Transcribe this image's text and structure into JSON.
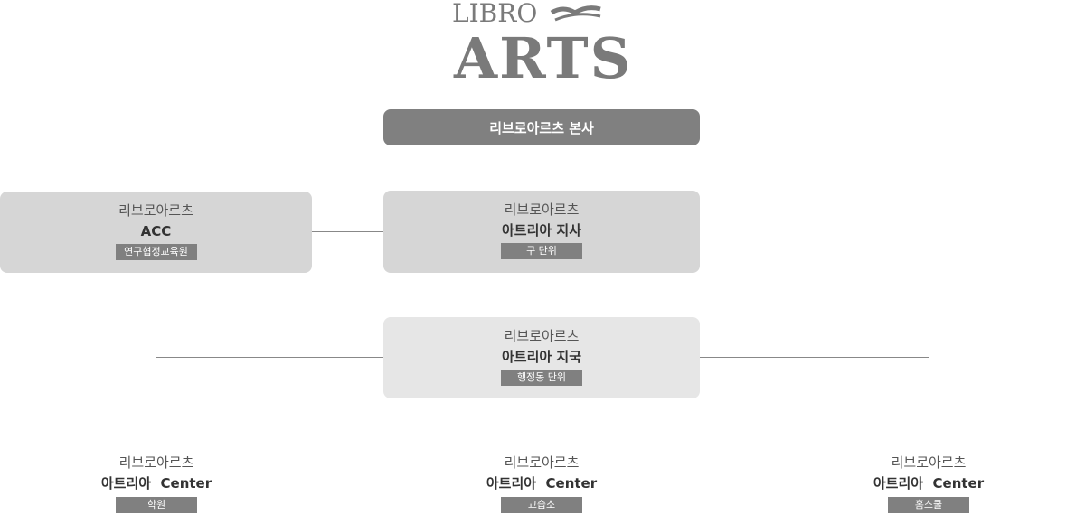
{
  "logo": {
    "top_text": "LIBRO",
    "main_text": "ARTS"
  },
  "headquarters": {
    "label": "리브로아르츠 본사"
  },
  "acc": {
    "sub": "리브로아르츠",
    "main": "ACC",
    "tag": "연구협정교육원"
  },
  "branch": {
    "sub": "리브로아르츠",
    "main": "아트리아 지사",
    "tag": "구 단위"
  },
  "district": {
    "sub": "리브로아르츠",
    "main": "아트리아 지국",
    "tag": "행정동 단위"
  },
  "centers": [
    {
      "sub": "리브로아르츠",
      "main": "아트리아  Center",
      "tag": "학원"
    },
    {
      "sub": "리브로아르츠",
      "main": "아트리아  Center",
      "tag": "교습소"
    },
    {
      "sub": "리브로아르츠",
      "main": "아트리아  Center",
      "tag": "홈스쿨"
    }
  ]
}
